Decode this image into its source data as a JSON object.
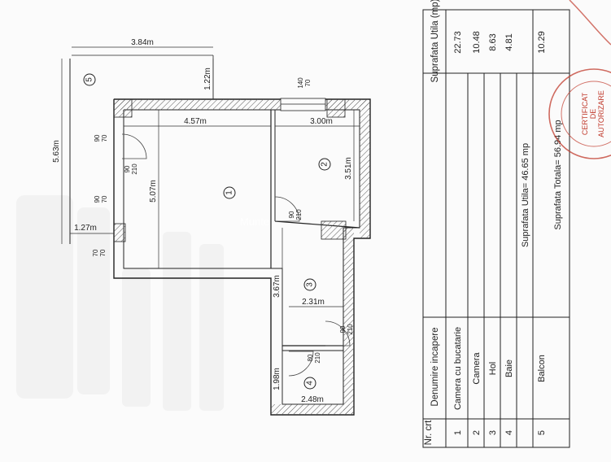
{
  "plan": {
    "room_numbers": [
      "1",
      "2",
      "3",
      "4",
      "5"
    ],
    "dimensions": {
      "balcony_length": "5.63m",
      "balcony_width": "3.84m",
      "balcony_side": "1.22m",
      "wall_offset": "1.27m",
      "room1_width": "4.57m",
      "room1_length": "5.07m",
      "room2_width": "3.00m",
      "room2_length": "3.51m",
      "hall_length": "3.67m",
      "hall_width": "2.31m",
      "bath_length": "1.98m",
      "bath_width": "2.48m"
    },
    "openings": [
      {
        "w": "90",
        "h": "70"
      },
      {
        "w": "90",
        "h": "70"
      },
      {
        "w": "90",
        "h": "210"
      },
      {
        "w": "70",
        "h": "70"
      },
      {
        "w": "140",
        "h": "70"
      },
      {
        "w": "90",
        "h": "210"
      },
      {
        "w": "90",
        "h": "210"
      },
      {
        "w": "80",
        "h": "210"
      }
    ],
    "watermark": "Munte"
  },
  "table": {
    "headers": {
      "nr": "Nr. crt",
      "name": "Denumire incapere",
      "area": "Suprafata Utila (mp)"
    },
    "rows": [
      {
        "nr": "1",
        "name": "Camera cu bucatarie",
        "area": "22.73"
      },
      {
        "nr": "2",
        "name": "Camera",
        "area": "10.48"
      },
      {
        "nr": "3",
        "name": "Hol",
        "area": "8.63"
      },
      {
        "nr": "4",
        "name": "Baie",
        "area": "4.81"
      },
      {
        "nr": "5",
        "name": "Balcon",
        "area": "10.29"
      }
    ],
    "total_useful": "Suprafata Utila= 46.65 mp",
    "total_overall": "Suprafata Totala= 56.94 mp"
  },
  "stamp": {
    "line1": "CERTIFICAT",
    "line2": "DE",
    "line3": "AUTORIZARE"
  }
}
